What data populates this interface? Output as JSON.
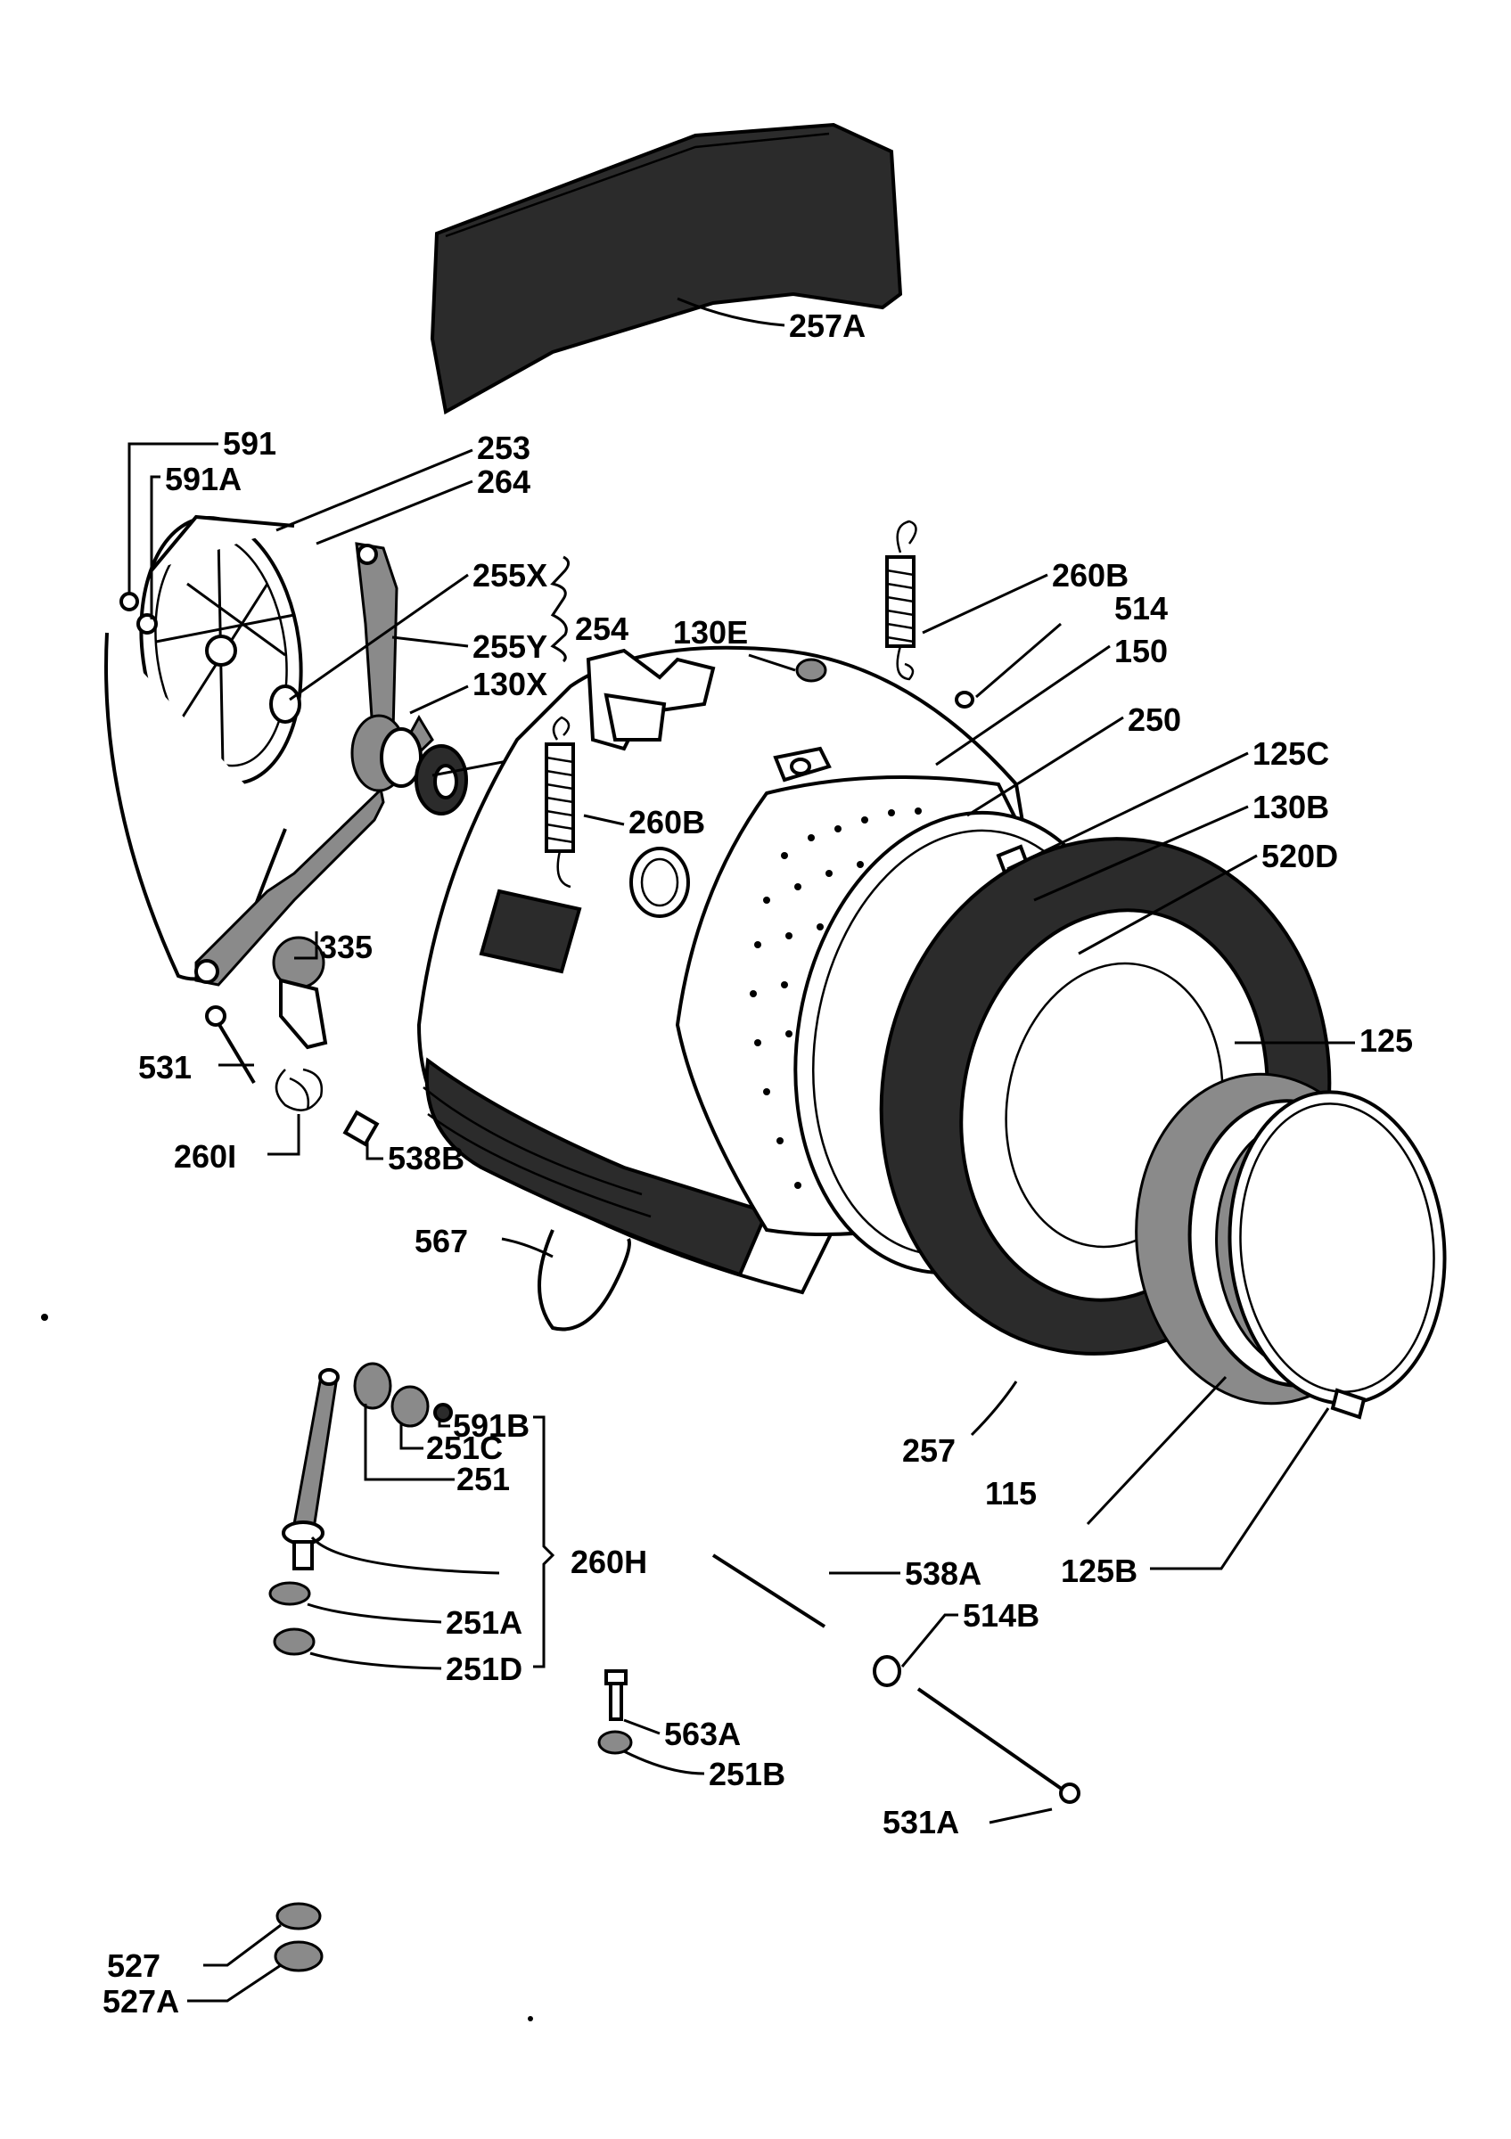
{
  "labels": {
    "l257A": "257A",
    "l591": "591",
    "l591A": "591A",
    "l253": "253",
    "l264": "264",
    "l255X": "255X",
    "l255Y": "255Y",
    "l254": "254",
    "l130X": "130X",
    "l130E": "130E",
    "l260B_top": "260B",
    "l514": "514",
    "l150": "150",
    "l250": "250",
    "l125C": "125C",
    "l130B": "130B",
    "l520D": "520D",
    "l260B_mid": "260B",
    "l335": "335",
    "l125": "125",
    "l531": "531",
    "l260I": "260I",
    "l538B": "538B",
    "l567": "567",
    "l591B": "591B",
    "l251C": "251C",
    "l251": "251",
    "l260H": "260H",
    "l257": "257",
    "l115": "115",
    "l125B": "125B",
    "l538A": "538A",
    "l251A": "251A",
    "l251D": "251D",
    "l514B": "514B",
    "l563A": "563A",
    "l251B": "251B",
    "l531A": "531A",
    "l527": "527",
    "l527A": "527A"
  },
  "colors": {
    "ink": "#000000",
    "paper": "#ffffff",
    "shade_dark": "#2b2b2b",
    "shade_mid": "#8a8a8a"
  }
}
